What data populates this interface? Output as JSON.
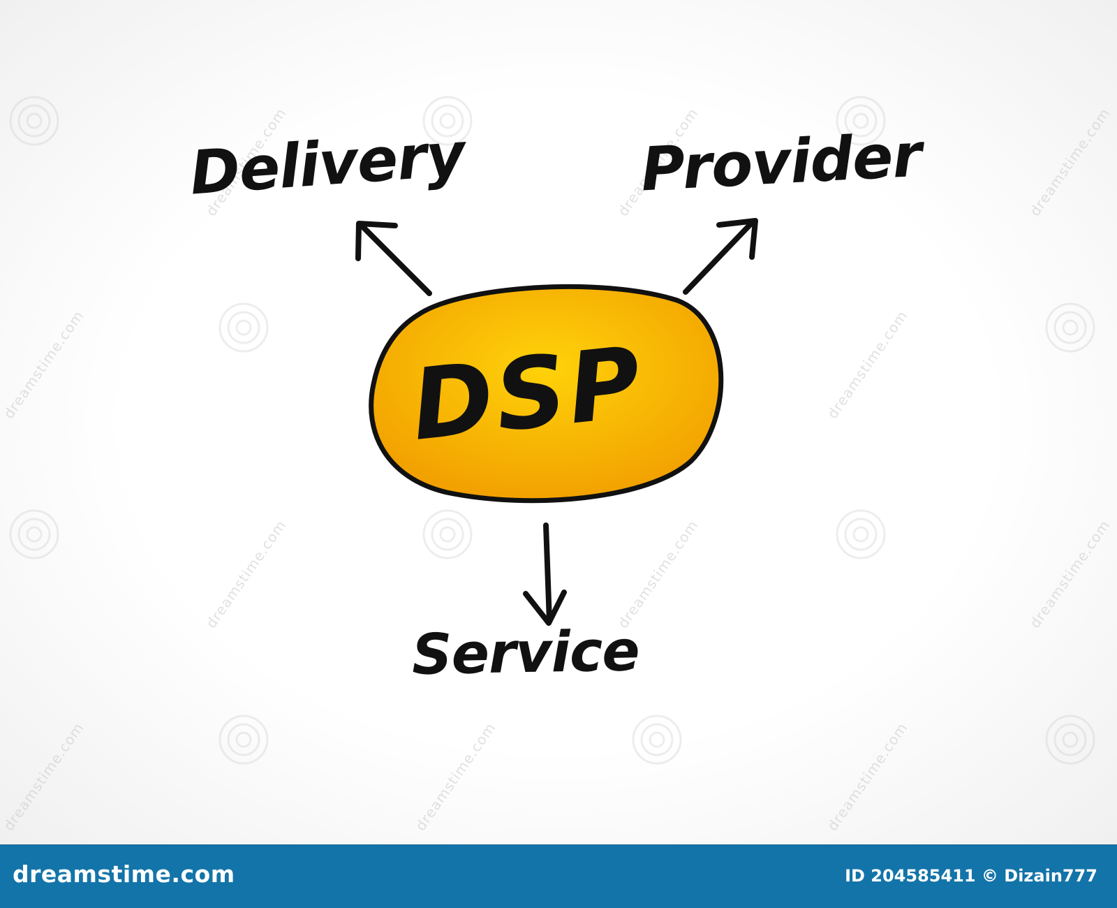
{
  "diagram": {
    "center": "DSP",
    "nodes": [
      {
        "label": "Delivery"
      },
      {
        "label": "Provider"
      },
      {
        "label": "Service"
      }
    ]
  },
  "footer": {
    "brand": "dreamstime.com",
    "id_text": "ID 204585411 © Dizain777"
  },
  "colors": {
    "ellipse_fill_center": "#ffd20a",
    "ellipse_fill_edge": "#f2a100",
    "ink": "#111111",
    "footer_bg": "#1374a9"
  },
  "watermark": {
    "text": "dreamstime.com"
  }
}
